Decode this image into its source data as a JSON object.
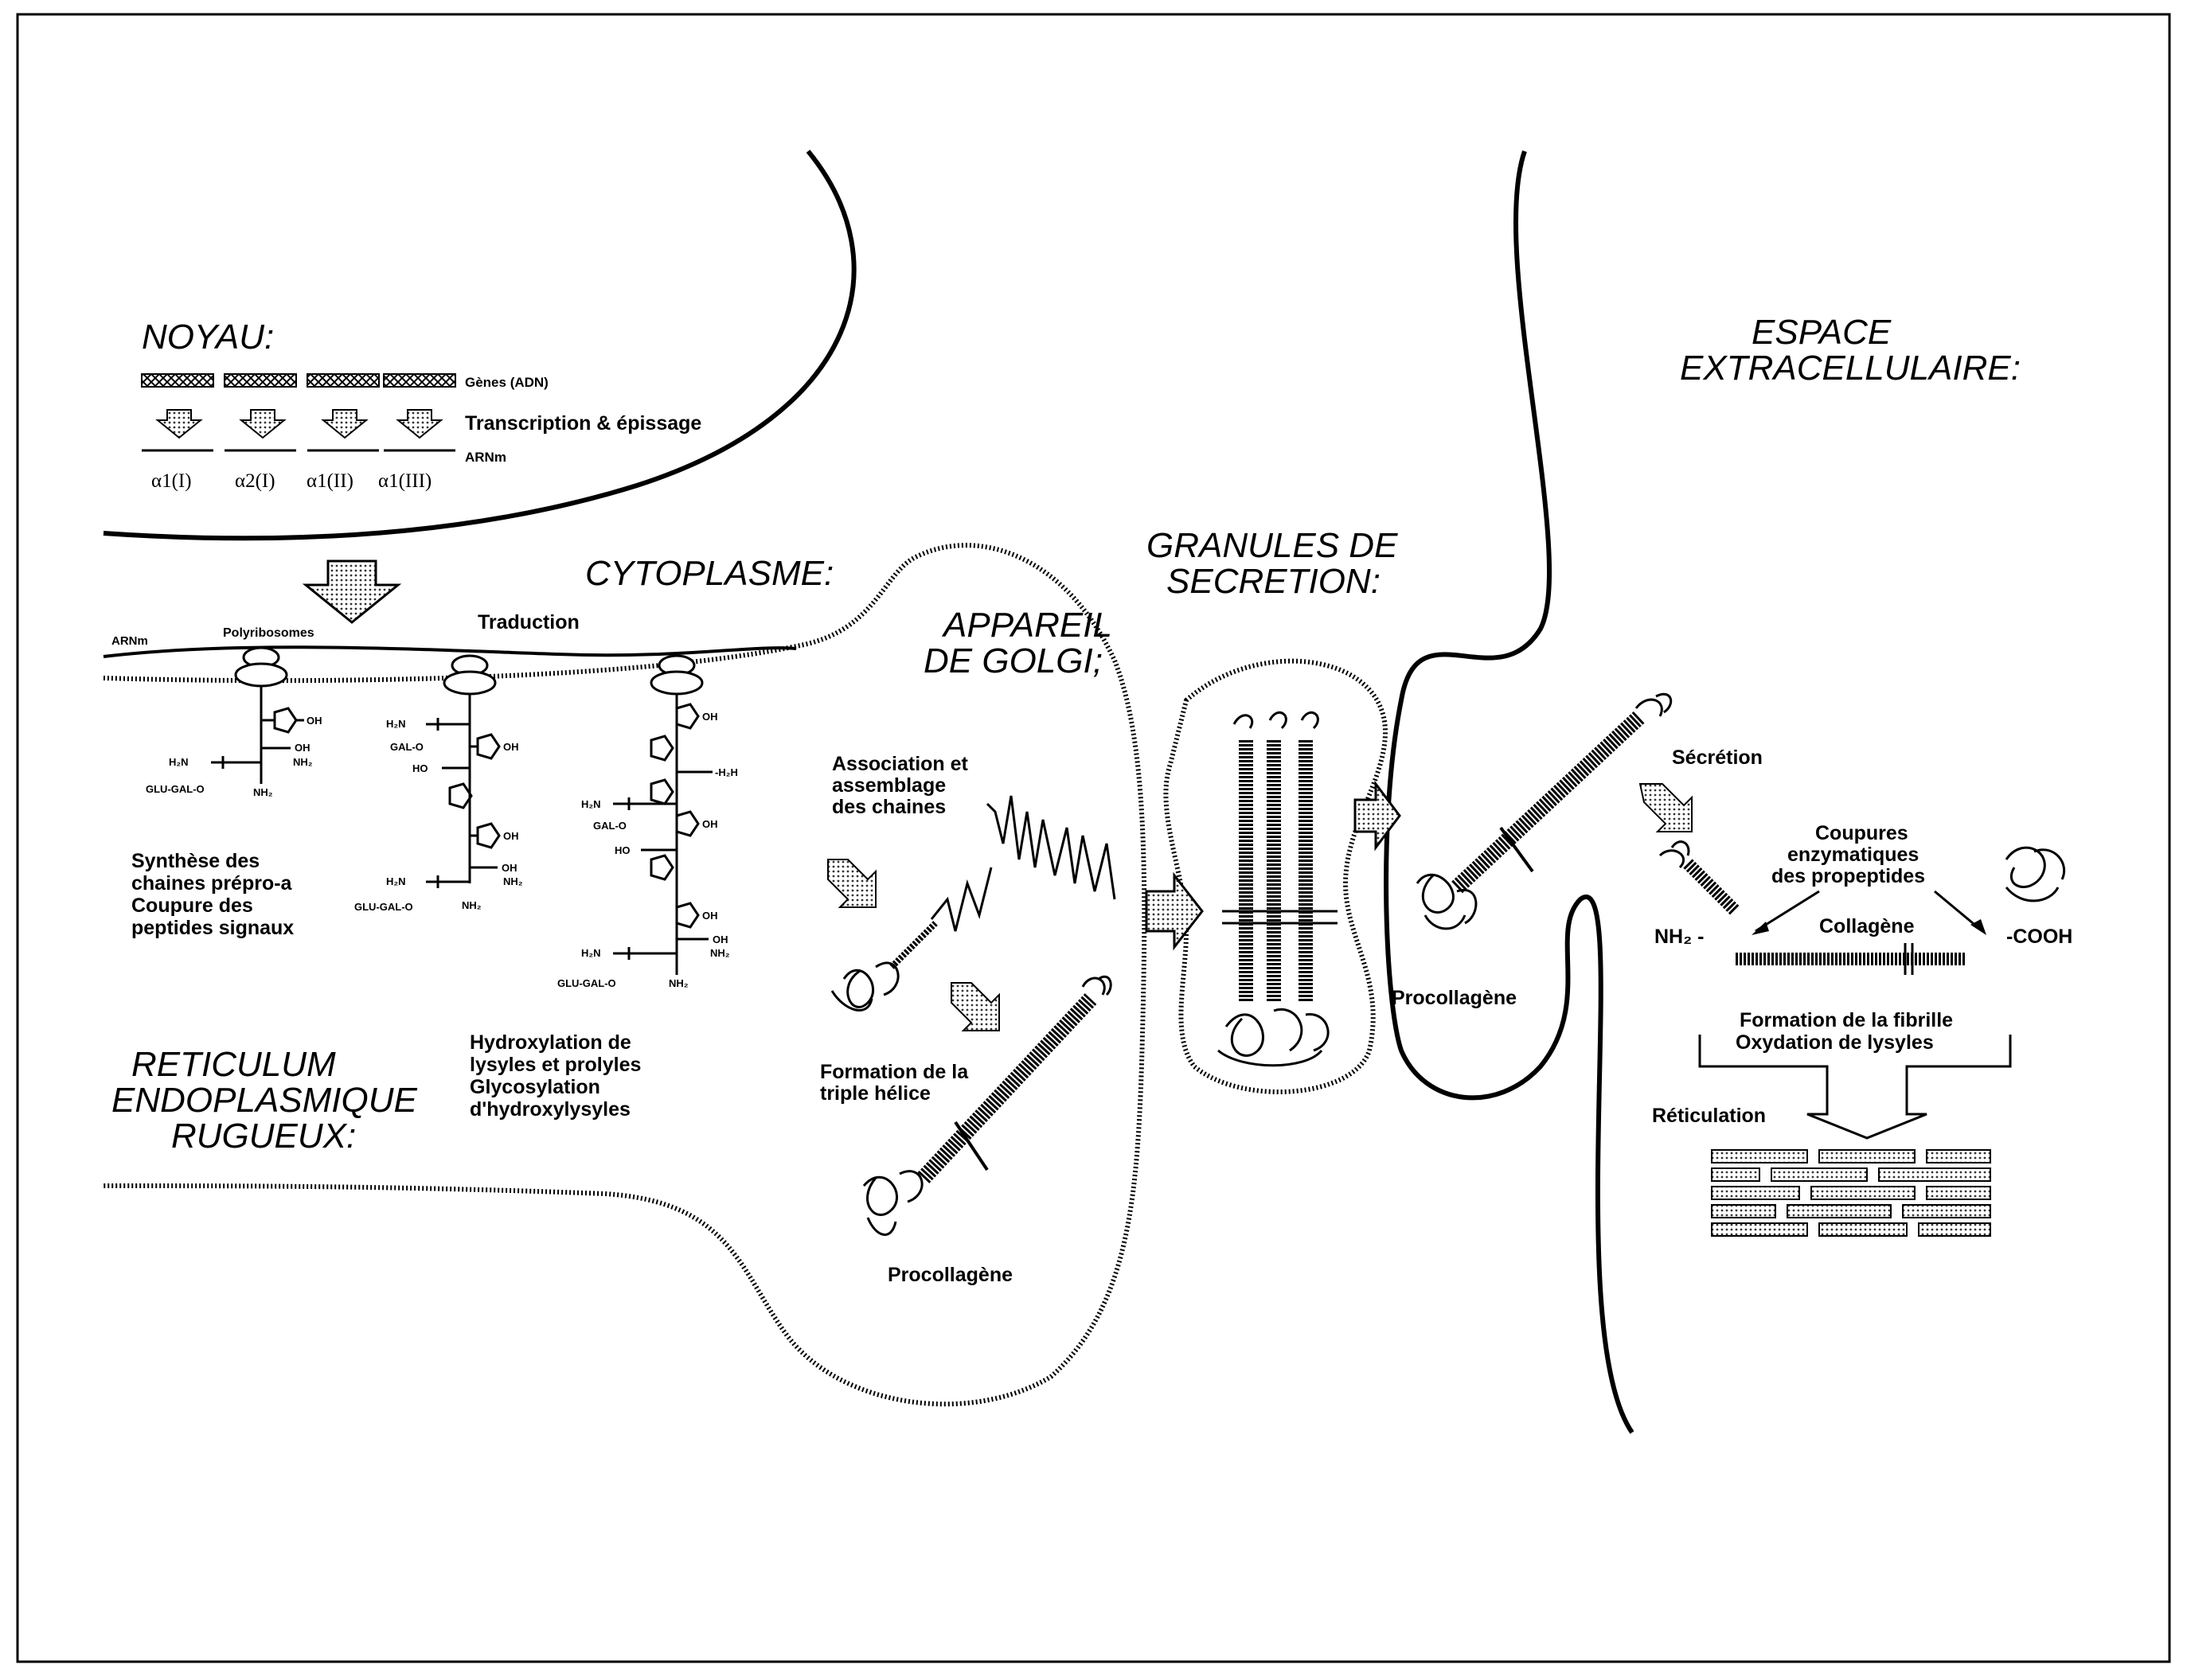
{
  "sections": {
    "noyau": "NOYAU:",
    "cytoplasme": "CYTOPLASME:",
    "golgi": [
      "APPAREIL",
      "DE GOLGI;"
    ],
    "granules": [
      "GRANULES DE",
      "SECRETION:"
    ],
    "espace": [
      "ESPACE",
      "EXTRACELLULAIRE:"
    ],
    "reticulum": [
      "RETICULUM",
      "ENDOPLASMIQUE",
      "RUGUEUX:"
    ]
  },
  "nucleus": {
    "genes_label": "Gènes (ADN)",
    "transcription_label": "Transcription & épissage",
    "mrna_label": "ARNm",
    "chains": [
      "α1(I)",
      "α2(I)",
      "α1(II)",
      "α1(III)"
    ]
  },
  "er": {
    "mrna_label": "ARNm",
    "polyribosomes": "Polyribosomes",
    "traduction": "Traduction",
    "synthese": [
      "Synthèse des",
      "chaines prépro-a",
      "Coupure des",
      "peptides signaux"
    ],
    "hydroxylation": [
      "Hydroxylation de",
      "lysyles et prolyles",
      "Glycosylation",
      "d'hydroxylysyles"
    ],
    "chem": {
      "oh": "OH",
      "h2n": "H₂N",
      "nh2": "NH₂",
      "gal": "GAL-O",
      "glugal": "GLU-GAL-O",
      "ho": "HO",
      "h2nr": "-H₂H"
    }
  },
  "golgi": {
    "association": [
      "Association et",
      "assemblage",
      "des chaines"
    ],
    "formation": [
      "Formation de la",
      "triple hélice"
    ],
    "procollagene": "Procollagène"
  },
  "extracellular": {
    "procollagene": "Procollagène",
    "secretion": "Sécrétion",
    "coupures": [
      "Coupures",
      "enzymatiques",
      "des propeptides"
    ],
    "nh2": "NH₂ -",
    "cooh": "-COOH",
    "collagene": "Collagène",
    "fibrille": [
      "Formation de la fibrille",
      "Oxydation de lysyles"
    ],
    "reticulation": "Réticulation"
  }
}
